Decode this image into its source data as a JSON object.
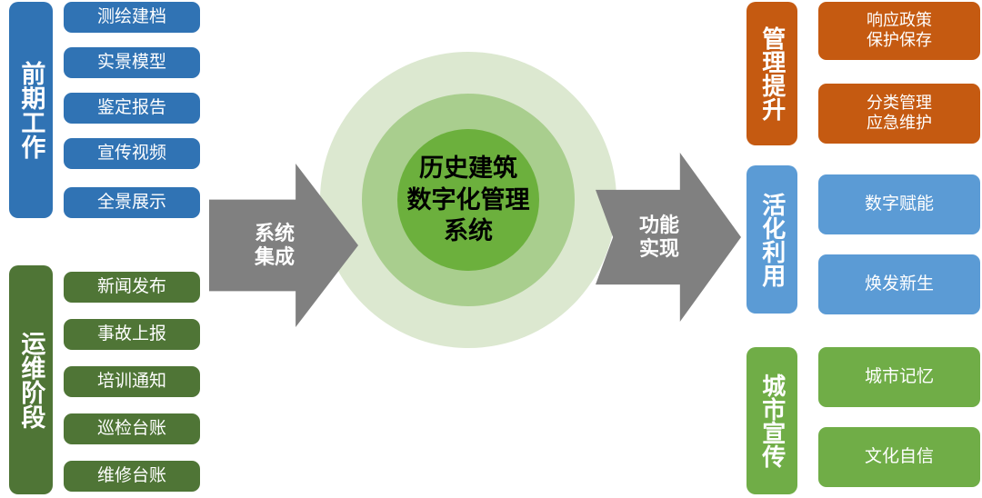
{
  "diagram": {
    "title": "历史建筑数字化管理系统",
    "colors": {
      "blue": "#3073B4",
      "blue_light": "#5B9BD5",
      "green": "#4F7536",
      "green_light": "#70AD47",
      "orange": "#C55A11",
      "gray": "#808080",
      "ring_outer": "#DCE8D0",
      "ring_mid": "#A9CE8E",
      "ring_core": "#6CB03D",
      "core_text": "#000000"
    },
    "center": {
      "label": "历史建筑\n数字化管理\n系统",
      "line1": "历史建筑",
      "line2": "数字化管理",
      "line3": "系统"
    },
    "arrows": [
      {
        "name": "system-integration",
        "line1": "系统",
        "line2": "集成"
      },
      {
        "name": "function-realization",
        "line1": "功能",
        "line2": "实现"
      }
    ],
    "left_groups": [
      {
        "bar_label": "前期工作",
        "color": "#3073B4",
        "items": [
          {
            "label": "测绘建档"
          },
          {
            "label": "实景模型"
          },
          {
            "label": "鉴定报告"
          },
          {
            "label": "宣传视频"
          },
          {
            "label": "全景展示"
          }
        ]
      },
      {
        "bar_label": "运维阶段",
        "color": "#4F7536",
        "items": [
          {
            "label": "新闻发布"
          },
          {
            "label": "事故上报"
          },
          {
            "label": "培训通知"
          },
          {
            "label": "巡检台账"
          },
          {
            "label": "维修台账"
          }
        ]
      }
    ],
    "right_groups": [
      {
        "bar_label": "管理提升",
        "color": "#C55A11",
        "items": [
          {
            "line1": "响应政策",
            "line2": "保护保存"
          },
          {
            "line1": "分类管理",
            "line2": "应急维护"
          }
        ]
      },
      {
        "bar_label": "活化利用",
        "color": "#5B9BD5",
        "items": [
          {
            "line1": "数字赋能",
            "line2": ""
          },
          {
            "line1": "焕发新生",
            "line2": ""
          }
        ]
      },
      {
        "bar_label": "城市宣传",
        "color": "#70AD47",
        "items": [
          {
            "line1": "城市记忆",
            "line2": ""
          },
          {
            "line1": "文化自信",
            "line2": ""
          }
        ]
      }
    ]
  }
}
